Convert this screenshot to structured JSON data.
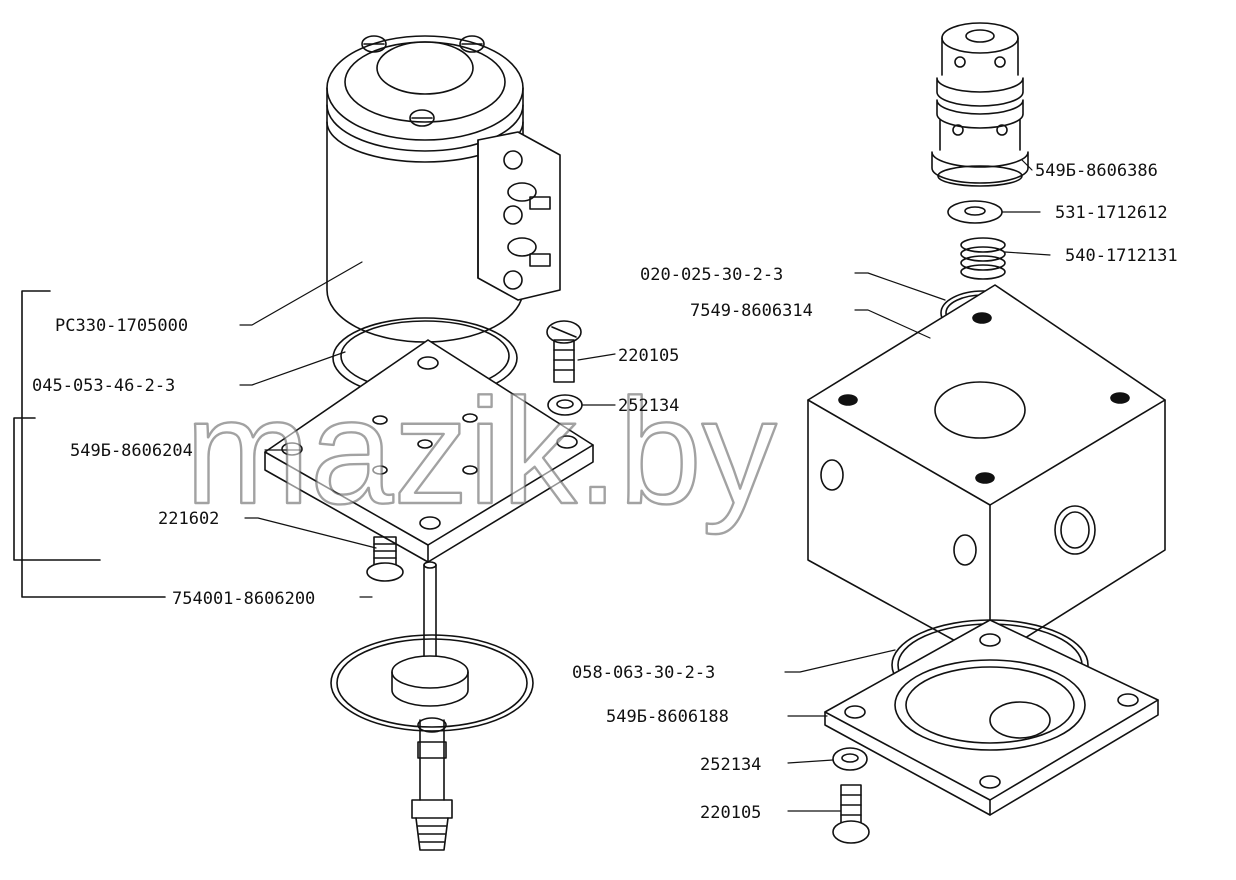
{
  "watermark": "mazik.by",
  "colors": {
    "ink": "#111111",
    "paper": "#ffffff"
  },
  "labels": {
    "pc330": "PC330-1705000",
    "oring_045": "045-053-46-2-3",
    "plate_8606204": "549Б-8606204",
    "screw_221602": "221602",
    "assembly_754001": "754001-8606200",
    "bolt_220105_top": "220105",
    "washer_252134_top": "252134",
    "valve_8606386": "549Б-8606386",
    "washer_531": "531-1712612",
    "spring_540": "540-1712131",
    "oring_020": "020-025-30-2-3",
    "body_7549": "7549-8606314",
    "oring_058": "058-063-30-2-3",
    "plate_8606188": "549Б-8606188",
    "washer_252134_bottom": "252134",
    "bolt_220105_bottom": "220105"
  }
}
